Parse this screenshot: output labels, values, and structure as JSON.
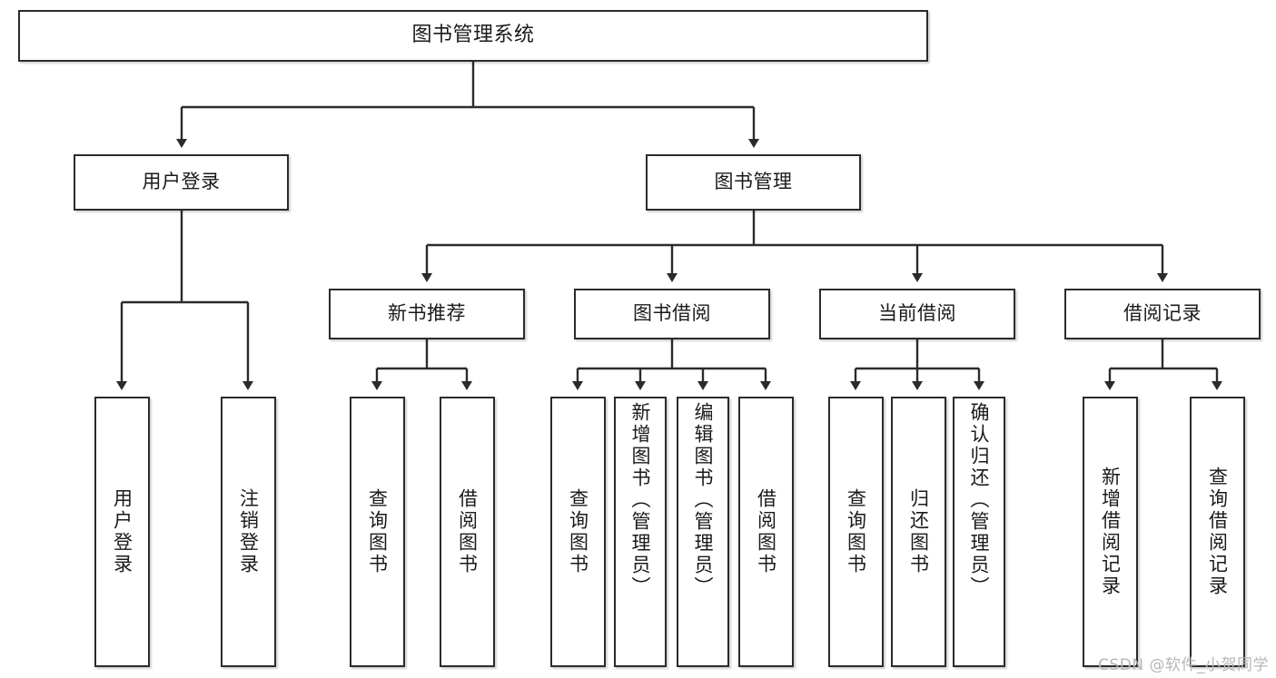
{
  "diagram": {
    "title": "图书管理系统",
    "watermark": "CSDN @软件_小贺同学",
    "nodes": {
      "root": "图书管理系统",
      "level2": [
        "用户登录",
        "图书管理"
      ],
      "level3": [
        "新书推荐",
        "图书借阅",
        "当前借阅",
        "借阅记录"
      ],
      "leaves": {
        "user_login": [
          "用户登录",
          "注销登录"
        ],
        "new_book_rec": [
          "查询图书",
          "借阅图书"
        ],
        "book_borrow": [
          "查询图书",
          "新增图书（管理员）",
          "编辑图书（管理员）",
          "借阅图书"
        ],
        "current_borrow": [
          "查询图书",
          "归还图书",
          "确认归还（管理员）"
        ],
        "borrow_record": [
          "新增借阅记录",
          "查询借阅记录"
        ]
      }
    },
    "colors": {
      "stroke": "#2b2b2b",
      "fill": "#ffffff",
      "text": "#1a1a1a",
      "watermark": "#b6b6b6"
    }
  }
}
